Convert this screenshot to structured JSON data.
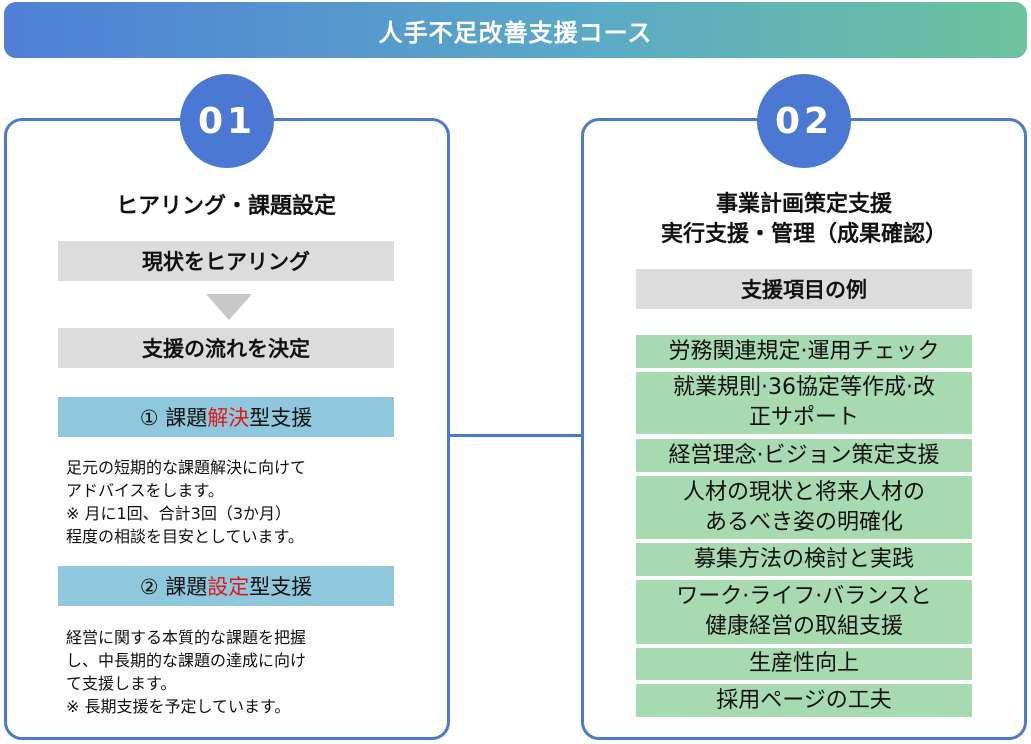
{
  "title": "人手不足改善支援コース",
  "left": {
    "number": "01",
    "heading": "ヒアリング・課題設定",
    "step1": "現状をヒアリング",
    "step2": "支援の流れを決定",
    "option1": {
      "prefix": "① 課題",
      "highlight": "解決",
      "suffix": "型支援"
    },
    "option1_desc": [
      "足元の短期的な課題解決に向けて",
      "アドバイスをします。",
      "※ 月に1回、合計3回（3か月）",
      "程度の相談を目安としています。"
    ],
    "option2": {
      "prefix": "② 課題",
      "highlight": "設定",
      "suffix": "型支援"
    },
    "option2_desc": [
      "経営に関する本質的な課題を把握",
      "し、中長期的な課題の達成に向け",
      "て支援します。",
      "※ 長期支援を予定しています。"
    ]
  },
  "right": {
    "number": "02",
    "heading_lines": [
      "事業計画策定支援",
      "実行支援・管理（成果確認）"
    ],
    "subheading": "支援項目の例",
    "items": [
      [
        "労務関連規定·運用チェック"
      ],
      [
        "就業規則·36協定等作成·改",
        "正サポート"
      ],
      [
        "経営理念·ビジョン策定支援"
      ],
      [
        "人材の現状と将来人材の",
        "あるべき姿の明確化"
      ],
      [
        "募集方法の検討と実践"
      ],
      [
        "ワーク·ライフ·バランスと",
        "健康経営の取組支援"
      ],
      [
        "生産性向上"
      ],
      [
        "採用ページの工夫"
      ]
    ]
  },
  "colors": {
    "accent_blue": "#4a78d2",
    "highlight_red": "#e01818",
    "option_box": "#8fc8dc",
    "item_box": "#a7dab0",
    "step_box": "#dcdcdc"
  }
}
